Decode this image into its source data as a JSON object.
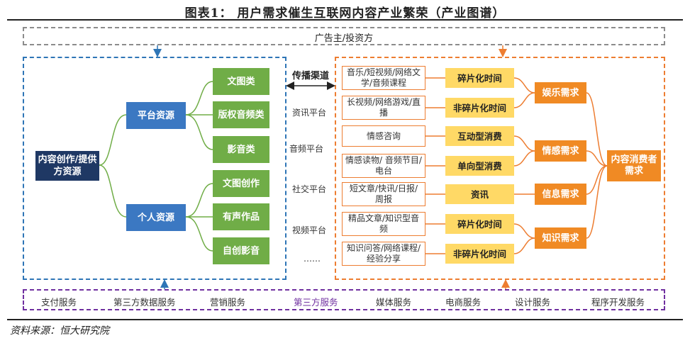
{
  "title": "图表1：  用户需求催生互联网内容产业繁荣（产业图谱）",
  "advertiser_label": "广告主/投资方",
  "left": {
    "root": "内容创作/提供方资源",
    "platform": "平台资源",
    "personal": "个人资源",
    "platform_children": [
      "文图类",
      "版权音频类",
      "影音类"
    ],
    "personal_children": [
      "文图创作",
      "有声作品",
      "自创影音"
    ]
  },
  "channels": {
    "header": "传播渠道",
    "items": [
      "资讯平台",
      "音频平台",
      "社交平台",
      "视频平台",
      "……"
    ]
  },
  "content_sources": [
    "音乐/短视频/网络文学/音频课程",
    "长视频/网络游戏/直播",
    "情感咨询",
    "情感读物/ 音频节目/电台",
    "短文章/快讯/日报/周报",
    "精品文章/知识型音频",
    "知识问答/网络课程/经验分享"
  ],
  "consumption_types": [
    "碎片化时间",
    "非碎片化时间",
    "互动型消费",
    "单向型消费",
    "资讯",
    "碎片化时间",
    "非碎片化时间"
  ],
  "needs": [
    "娱乐需求",
    "情感需求",
    "信息需求",
    "知识需求"
  ],
  "final_need": "内容消费者需求",
  "services": [
    "支付服务",
    "第三方数据服务",
    "营销服务",
    "第三方服务",
    "媒体服务",
    "电商服务",
    "设计服务",
    "程序开发服务"
  ],
  "source_note": "资料来源：恒大研究院",
  "colors": {
    "navy": "#1f3864",
    "blue": "#3b78c2",
    "green": "#70ad47",
    "orange": "#f08a24",
    "yellow": "#ffd966",
    "purple": "#7030a0",
    "left_border": "#2e75b6",
    "right_border": "#ed7d31"
  }
}
